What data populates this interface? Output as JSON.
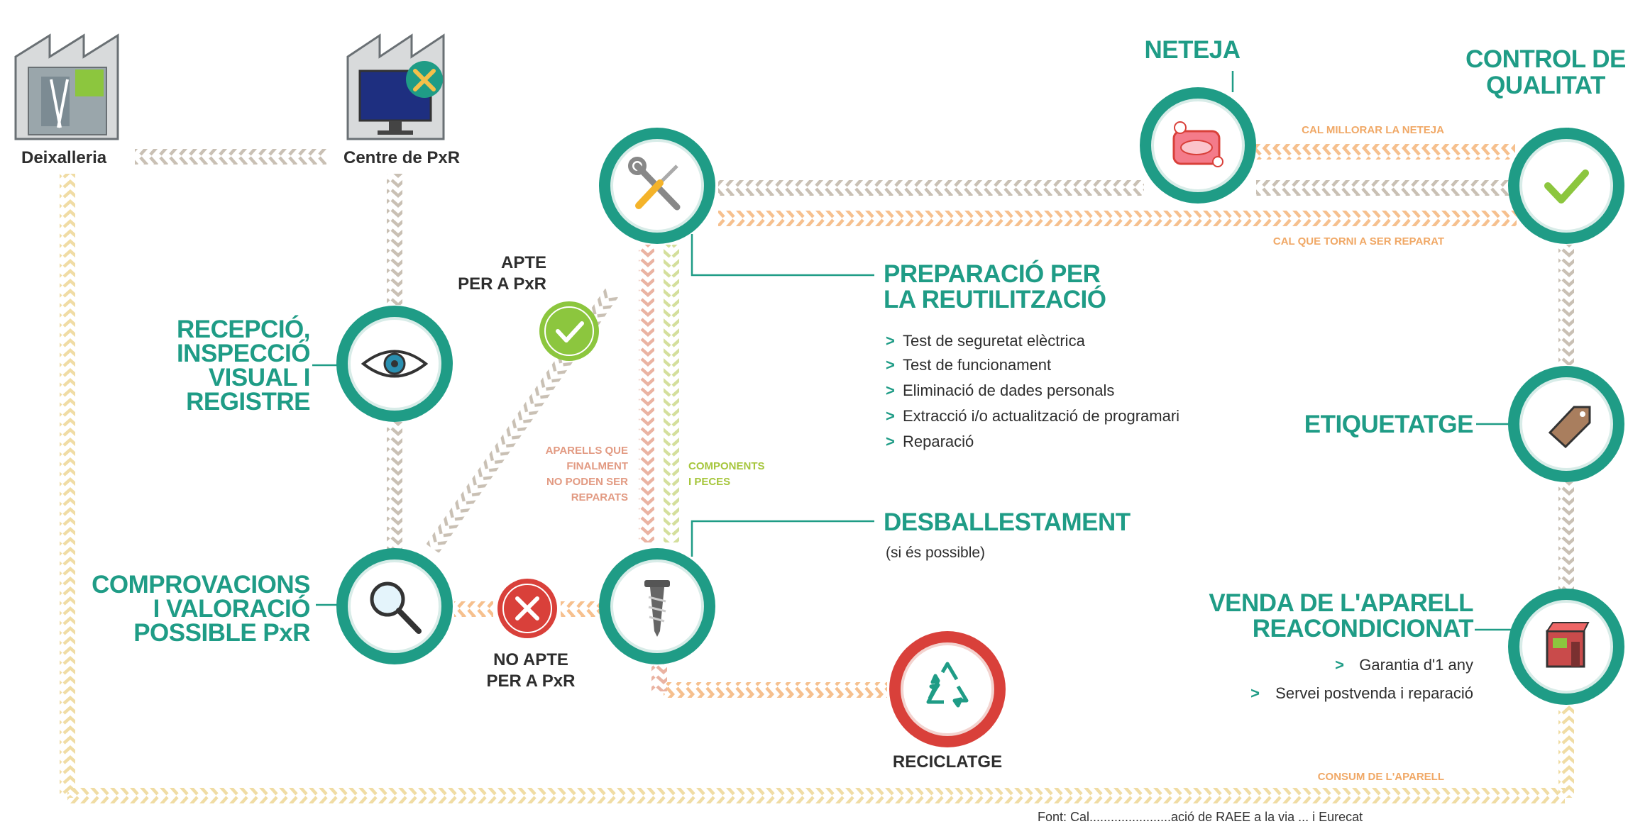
{
  "top": {
    "deixalleria": "Deixalleria",
    "centre": "Centre de PxR"
  },
  "nodes": {
    "recepcio": [
      "RECEPCIÓ,",
      "INSPECCIÓ",
      "VISUAL I",
      "REGISTRE"
    ],
    "comprovacions": [
      "COMPROVACIONS",
      "I VALORACIÓ",
      "POSSIBLE PxR"
    ],
    "neteja": "NETEJA",
    "control": [
      "CONTROL DE",
      "QUALITAT"
    ],
    "etiquetatge": "ETIQUETATGE",
    "venda": [
      "VENDA DE L'APARELL",
      "REACONDICIONAT"
    ],
    "reciclatge": "RECICLATGE",
    "preparacio": [
      "PREPARACIÓ PER",
      "LA REUTILITZACIÓ"
    ],
    "desballestament": "DESBALLESTAMENT",
    "desballestament_note": "(si és possible)"
  },
  "decisions": {
    "apte": [
      "APTE",
      "PER A PxR"
    ],
    "no_apte": [
      "NO APTE",
      "PER A PxR"
    ]
  },
  "preparacio_steps": [
    "Test de seguretat elèctrica",
    "Test de funcionament",
    "Eliminació de dades personals",
    "Extracció i/o actualització de programari",
    "Reparació"
  ],
  "venda_steps": [
    "Garantia d'1 any",
    "Servei postvenda i reparació"
  ],
  "bullet_marker": ">",
  "flow_labels": {
    "cal_millorar": "CAL MILLORAR LA NETEJA",
    "cal_reparar": "CAL QUE TORNI A SER REPARAT",
    "aparells": [
      "APARELLS QUE",
      "FINALMENT",
      "NO PODEN SER",
      "REPARATS"
    ],
    "components": [
      "COMPONENTS",
      "I PECES"
    ],
    "consum": "CONSUM DE L'APARELL"
  },
  "source_note": "Font: Cal.......................ació de RAEE a la via ... i Eurecat",
  "colors": {
    "teal": "#1f9c86",
    "teal_dark": "#168a76",
    "orange_arrow": "#f6c08e",
    "grey_arrow": "#c9c0b4",
    "green_arrow": "#d4df9c",
    "cream_arrow": "#f3e2b0",
    "red_arrow": "#eab3a2",
    "check_green": "#8cc63e",
    "cross_red": "#d9403a",
    "recycle_red": "#d9403a"
  },
  "icons": {
    "deixalleria": "factory-recycling-icon",
    "centre": "factory-monitor-tools-icon",
    "recepcio": "eye-icon",
    "comprovacions": "magnifier-icon",
    "preparacio": "wrench-screwdriver-icon",
    "desballestament": "screw-icon",
    "neteja": "soap-icon",
    "control": "checkmark-icon",
    "etiquetatge": "tag-icon",
    "venda": "shop-icon",
    "reciclatge": "recycle-icon",
    "apte": "check-badge-icon",
    "no_apte": "cross-badge-icon"
  }
}
